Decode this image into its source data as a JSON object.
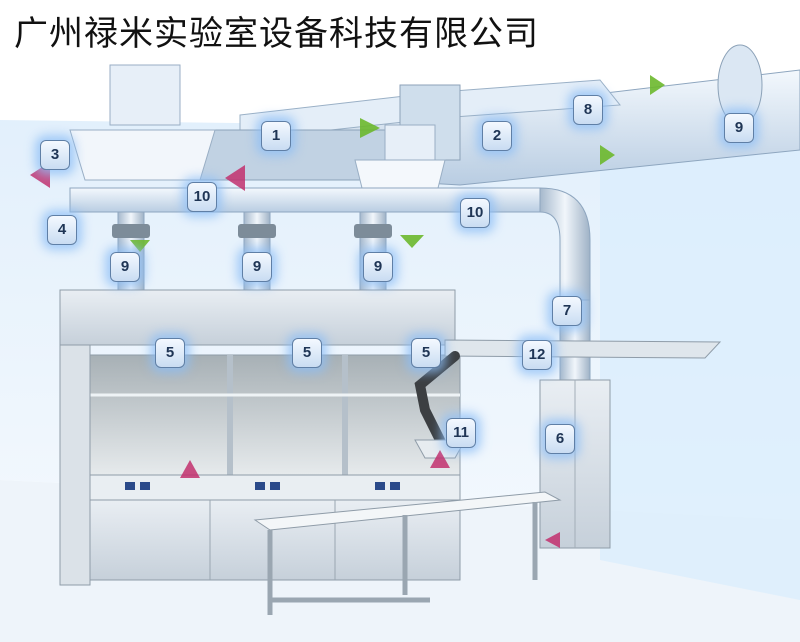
{
  "title": "广州禄米实验室设备科技有限公司",
  "callouts": [
    "1",
    "2",
    "3",
    "4",
    "5",
    "5",
    "5",
    "6",
    "7",
    "8",
    "9",
    "9",
    "9",
    "9",
    "10",
    "10",
    "11",
    "12"
  ],
  "colors": {
    "exhaust_arrow": "#c2306d",
    "supply_arrow": "#6bb82c",
    "glow": "#8ec2f5",
    "cabinet": "#d7dde3"
  }
}
